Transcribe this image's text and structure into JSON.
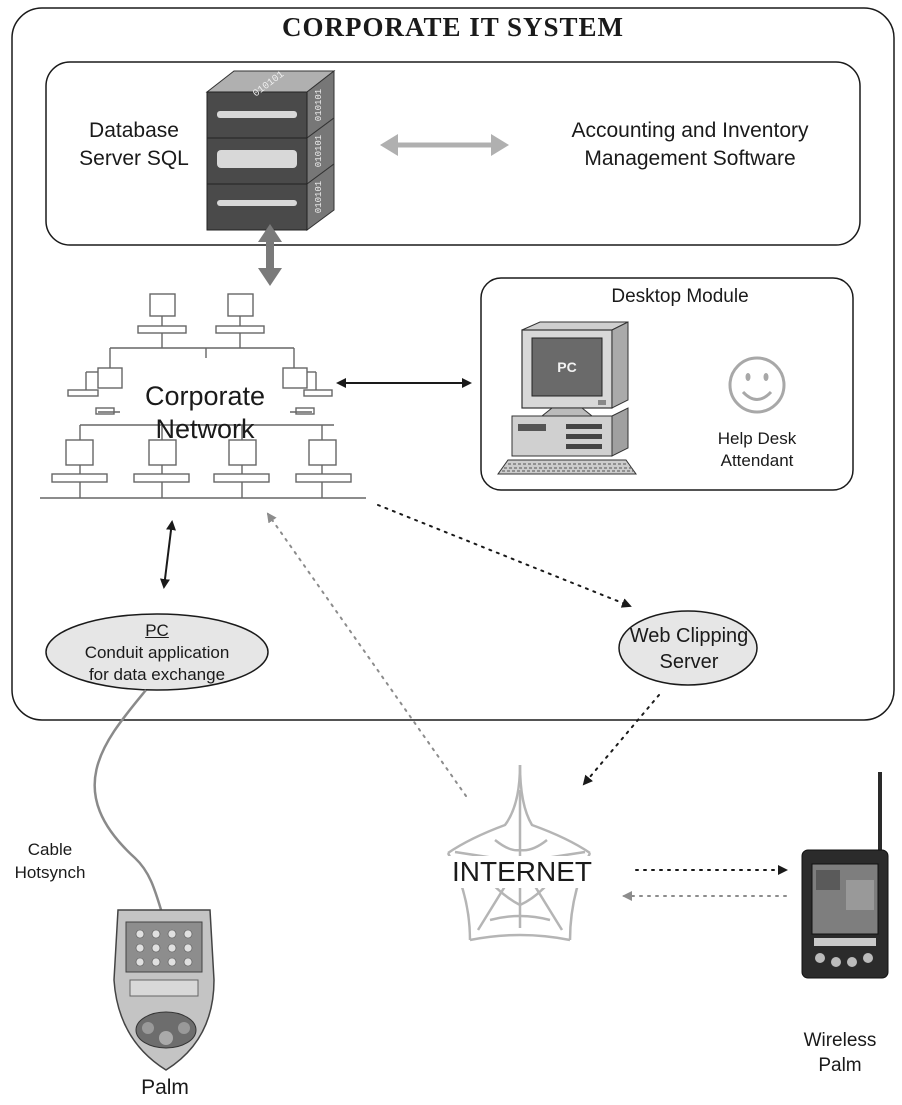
{
  "title": "CORPORATE IT SYSTEM",
  "database": {
    "line1": "Database",
    "line2": "Server SQL",
    "rack_text": "010101"
  },
  "software": {
    "line1": "Accounting and Inventory",
    "line2": "Management Software"
  },
  "network": {
    "line1": "Corporate",
    "line2": "Network"
  },
  "desktop": {
    "title": "Desktop Module",
    "pc_screen": "PC",
    "helpdesk_line1": "Help Desk",
    "helpdesk_line2": "Attendant"
  },
  "conduit_pc": {
    "line1": "PC",
    "line2": "Conduit application",
    "line3": "for data exchange"
  },
  "web_clipping": {
    "line1": "Web Clipping",
    "line2": "Server"
  },
  "internet": "INTERNET",
  "cable": {
    "line1": "Cable",
    "line2": "Hotsynch"
  },
  "palm": "Palm",
  "wireless_palm": {
    "line1": "Wireless",
    "line2": "Palm"
  },
  "colors": {
    "box_border": "#1a1a1a",
    "ellipse_fill": "#e6e6e6",
    "server": "#4a4a4a",
    "gray_arrow": "#a8a8a8",
    "dotted_arrow_gray": "#999999"
  }
}
